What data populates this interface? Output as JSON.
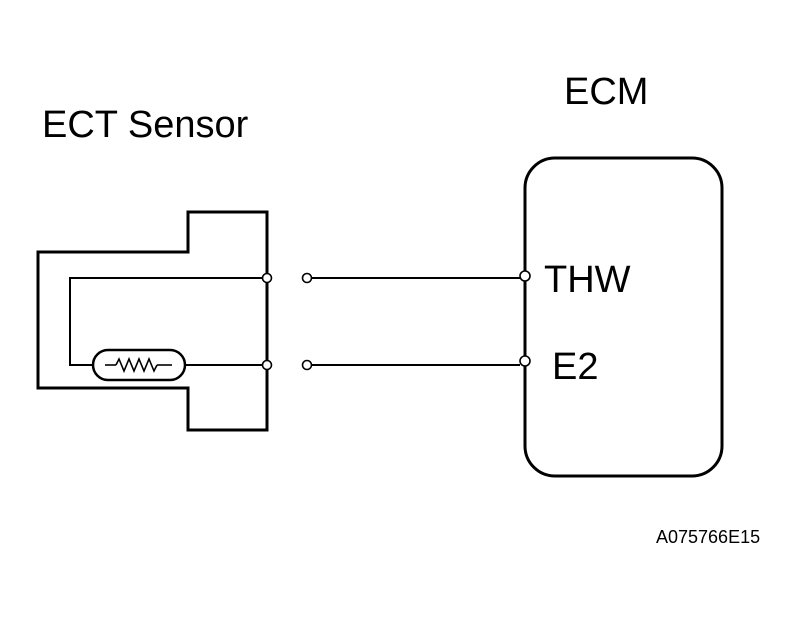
{
  "labels": {
    "sensor": "ECT Sensor",
    "ecm": "ECM",
    "pin_thw": "THW",
    "pin_e2": "E2",
    "figure_code": "A075766E15"
  }
}
